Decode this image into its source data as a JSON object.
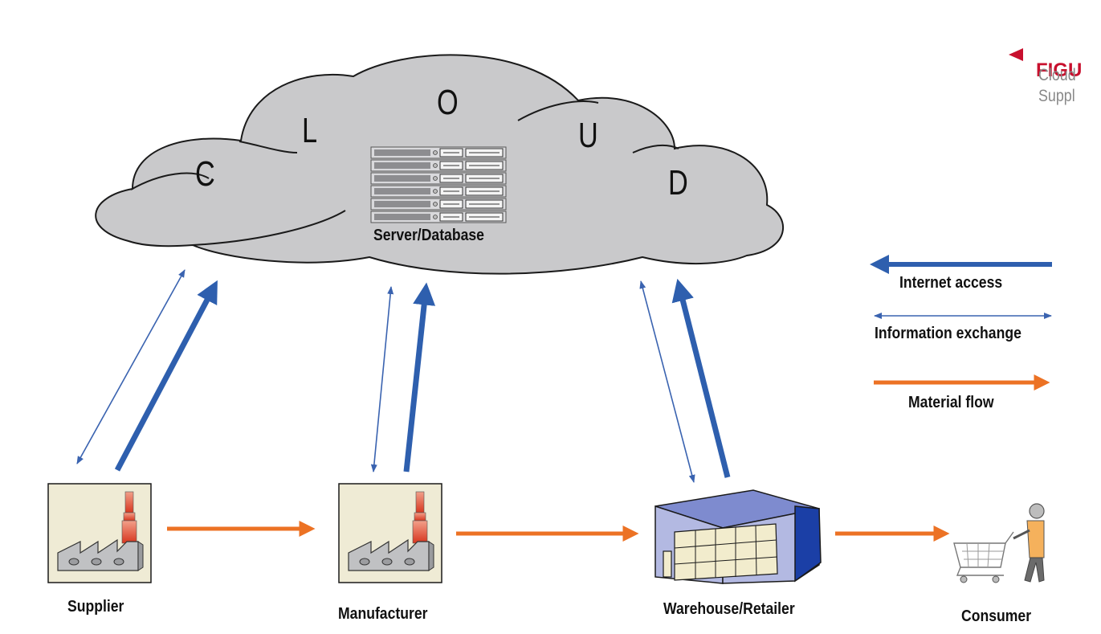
{
  "figure": {
    "heading": "FIGU",
    "line1": "Cloud",
    "line2": "Suppl"
  },
  "cloud": {
    "letters": [
      "C",
      "L",
      "O",
      "U",
      "D"
    ],
    "server_label": "Server/Database"
  },
  "nodes": {
    "supplier": "Supplier",
    "manufacturer": "Manufacturer",
    "warehouse": "Warehouse/Retailer",
    "consumer": "Consumer"
  },
  "legend": {
    "internet_access": "Internet access",
    "information_exchange": "Information exchange",
    "material_flow": "Material flow"
  },
  "colors": {
    "internet": "#2e5fae",
    "info": "#3a63b0",
    "material": "#ec7224",
    "cloud": "#c9c9cb",
    "figure_heading": "#c8102e"
  }
}
